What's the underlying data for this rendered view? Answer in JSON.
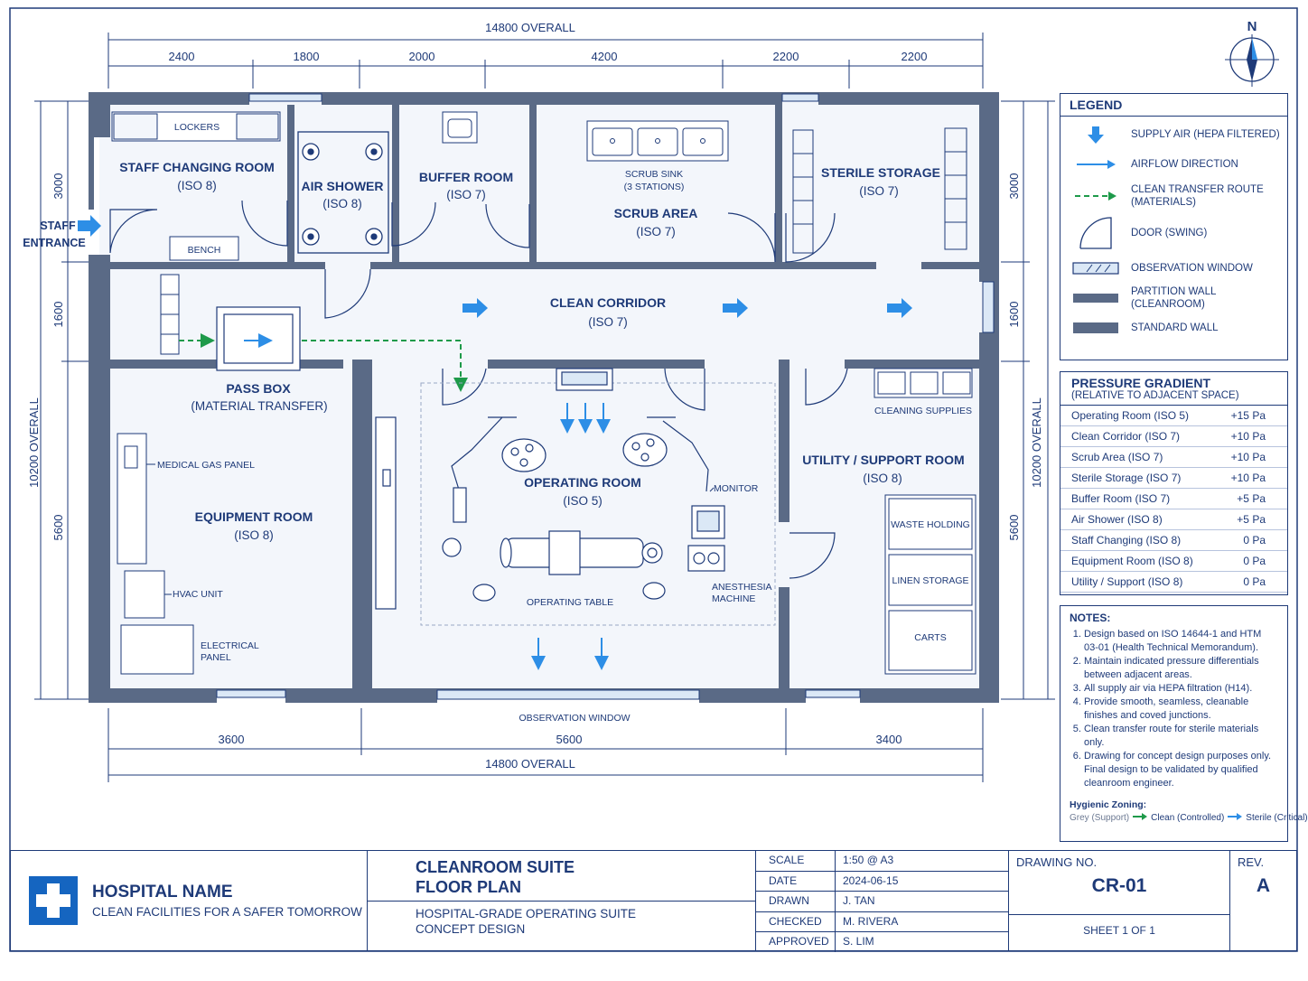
{
  "compass": {
    "north_label": "N"
  },
  "dimensions": {
    "overall_width": "14800 OVERALL",
    "overall_height": "10200 OVERALL",
    "top": [
      "2400",
      "1800",
      "2000",
      "4200",
      "2200",
      "2200"
    ],
    "bottom": [
      "3600",
      "5600",
      "3400"
    ],
    "left": [
      "3000",
      "1600",
      "5600"
    ],
    "right": [
      "3000",
      "1600",
      "5600"
    ]
  },
  "entrance": {
    "line1": "STAFF",
    "line2": "ENTRANCE"
  },
  "rooms": {
    "staff_changing": {
      "name": "STAFF CHANGING ROOM",
      "iso": "(ISO 8)",
      "lockers": "LOCKERS",
      "bench": "BENCH"
    },
    "air_shower": {
      "name": "AIR SHOWER",
      "iso": "(ISO 8)"
    },
    "buffer": {
      "name": "BUFFER ROOM",
      "iso": "(ISO 7)"
    },
    "scrub": {
      "name": "SCRUB AREA",
      "iso": "(ISO 7)",
      "sink": "SCRUB SINK",
      "stations": "(3 STATIONS)"
    },
    "sterile_storage": {
      "name": "STERILE STORAGE",
      "iso": "(ISO 7)"
    },
    "corridor": {
      "name": "CLEAN CORRIDOR",
      "iso": "(ISO 7)"
    },
    "pass_box": {
      "name": "PASS BOX",
      "sub": "(MATERIAL TRANSFER)"
    },
    "equipment": {
      "name": "EQUIPMENT ROOM",
      "iso": "(ISO 8)",
      "gas": "MEDICAL GAS PANEL",
      "hvac": "HVAC UNIT",
      "elec1": "ELECTRICAL",
      "elec2": "PANEL"
    },
    "operating": {
      "name": "OPERATING ROOM",
      "iso": "(ISO 5)",
      "table": "OPERATING TABLE",
      "monitor": "MONITOR",
      "anes1": "ANESTHESIA",
      "anes2": "MACHINE",
      "window": "OBSERVATION WINDOW"
    },
    "utility": {
      "name": "UTILITY / SUPPORT ROOM",
      "iso": "(ISO 8)",
      "cleaning": "CLEANING SUPPLIES",
      "waste": "WASTE HOLDING",
      "linen": "LINEN STORAGE",
      "carts": "CARTS"
    }
  },
  "legend": {
    "title": "LEGEND",
    "items": [
      {
        "icon": "supply-air-arrow",
        "label": "SUPPLY AIR (HEPA FILTERED)"
      },
      {
        "icon": "airflow-arrow",
        "label": "AIRFLOW DIRECTION"
      },
      {
        "icon": "clean-route-dashed-arrow",
        "label": "CLEAN TRANSFER ROUTE",
        "label2": "(MATERIALS)"
      },
      {
        "icon": "door-swing",
        "label": "DOOR (SWING)"
      },
      {
        "icon": "observation-window",
        "label": "OBSERVATION WINDOW"
      },
      {
        "icon": "partition-wall",
        "label": "PARTITION WALL (CLEANROOM)"
      },
      {
        "icon": "standard-wall",
        "label": "STANDARD WALL"
      }
    ]
  },
  "pressure": {
    "title": "PRESSURE GRADIENT",
    "subtitle": "(RELATIVE TO ADJACENT SPACE)",
    "rows": [
      {
        "space": "Operating Room (ISO 5)",
        "value": "+15 Pa"
      },
      {
        "space": "Clean Corridor (ISO 7)",
        "value": "+10 Pa"
      },
      {
        "space": "Scrub Area (ISO 7)",
        "value": "+10 Pa"
      },
      {
        "space": "Sterile Storage (ISO 7)",
        "value": "+10 Pa"
      },
      {
        "space": "Buffer Room (ISO 7)",
        "value": "+5 Pa"
      },
      {
        "space": "Air Shower (ISO 8)",
        "value": "+5 Pa"
      },
      {
        "space": "Staff Changing (ISO 8)",
        "value": "0 Pa"
      },
      {
        "space": "Equipment Room (ISO 8)",
        "value": "0 Pa"
      },
      {
        "space": "Utility / Support (ISO 8)",
        "value": "0 Pa"
      }
    ]
  },
  "notes": {
    "title": "NOTES:",
    "items": [
      "Design based on ISO 14644-1 and HTM 03-01 (Health Technical Memorandum).",
      "Maintain indicated pressure differentials between adjacent areas.",
      "All supply air via HEPA filtration (H14).",
      "Provide smooth, seamless, cleanable finishes and coved junctions.",
      "Clean transfer route for sterile materials only.",
      "Drawing for concept design purposes only. Final design to be validated by qualified cleanroom engineer."
    ],
    "zoning_title": "Hygienic Zoning:",
    "zone_grey": "Grey (Support)",
    "zone_clean": "Clean (Controlled)",
    "zone_sterile": "Sterile (Critical)"
  },
  "title_block": {
    "org_name": "HOSPITAL NAME",
    "org_tagline": "CLEAN FACILITIES FOR A SAFER TOMORROW",
    "title1": "CLEANROOM SUITE",
    "title2": "FLOOR PLAN",
    "subtitle1": "HOSPITAL-GRADE OPERATING SUITE",
    "subtitle2": "CONCEPT DESIGN",
    "meta": [
      {
        "key": "SCALE",
        "value": "1:50 @ A3"
      },
      {
        "key": "DATE",
        "value": "2024-06-15"
      },
      {
        "key": "DRAWN",
        "value": "J. TAN"
      },
      {
        "key": "CHECKED",
        "value": "M. RIVERA"
      },
      {
        "key": "APPROVED",
        "value": "S. LIM"
      }
    ],
    "drawing_no_label": "DRAWING NO.",
    "drawing_no": "CR-01",
    "rev_label": "REV.",
    "rev": "A",
    "sheet": "SHEET 1 OF 1"
  },
  "colors": {
    "line": "#1e3a78",
    "wall": "#5a6a86",
    "accent": "#2d8ee6",
    "green": "#1e9a4a",
    "paper": "#ffffff",
    "room": "#f3f6fb"
  }
}
